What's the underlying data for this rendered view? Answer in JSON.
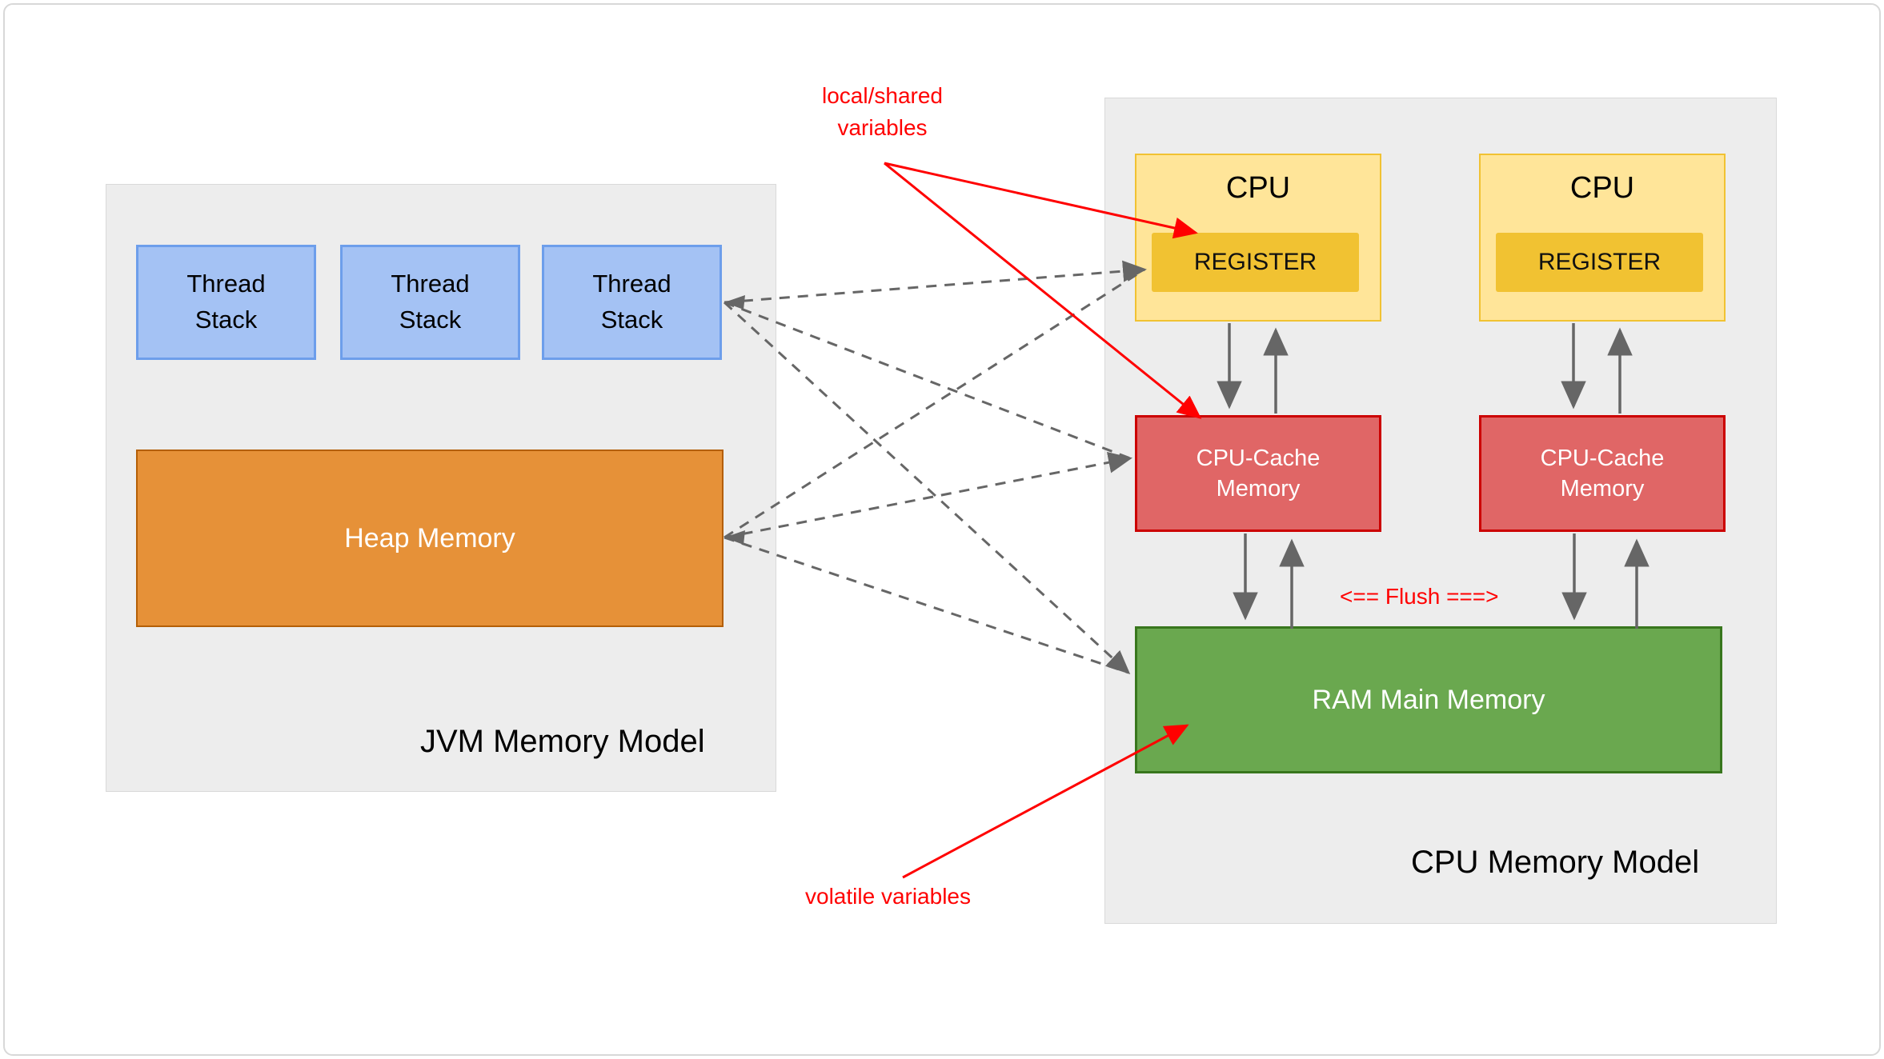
{
  "jvm": {
    "title": "JVM Memory Model",
    "thread_stacks": [
      "Thread Stack",
      "Thread Stack",
      "Thread Stack"
    ],
    "heap": "Heap Memory"
  },
  "cpu": {
    "title": "CPU Memory Model",
    "units": [
      {
        "label": "CPU",
        "register": "REGISTER"
      },
      {
        "label": "CPU",
        "register": "REGISTER"
      }
    ],
    "caches": [
      "CPU-Cache Memory",
      "CPU-Cache Memory"
    ],
    "ram": "RAM Main Memory",
    "flush": "<== Flush ===>"
  },
  "annotations": {
    "local_shared": "local/shared variables",
    "volatile": "volatile variables"
  },
  "colors": {
    "panel_bg": "#ededed",
    "thread_stack_fill": "#a4c2f4",
    "thread_stack_border": "#6d9eeb",
    "heap_fill": "#e69138",
    "heap_border": "#b45f06",
    "cpu_fill": "#ffe599",
    "cpu_border": "#f1c232",
    "register_fill": "#f1c232",
    "cache_fill": "#e06666",
    "cache_border": "#cc0000",
    "ram_fill": "#6aa84f",
    "ram_border": "#38761d",
    "arrow_gray": "#666666",
    "annotation_red": "#ff0000"
  }
}
